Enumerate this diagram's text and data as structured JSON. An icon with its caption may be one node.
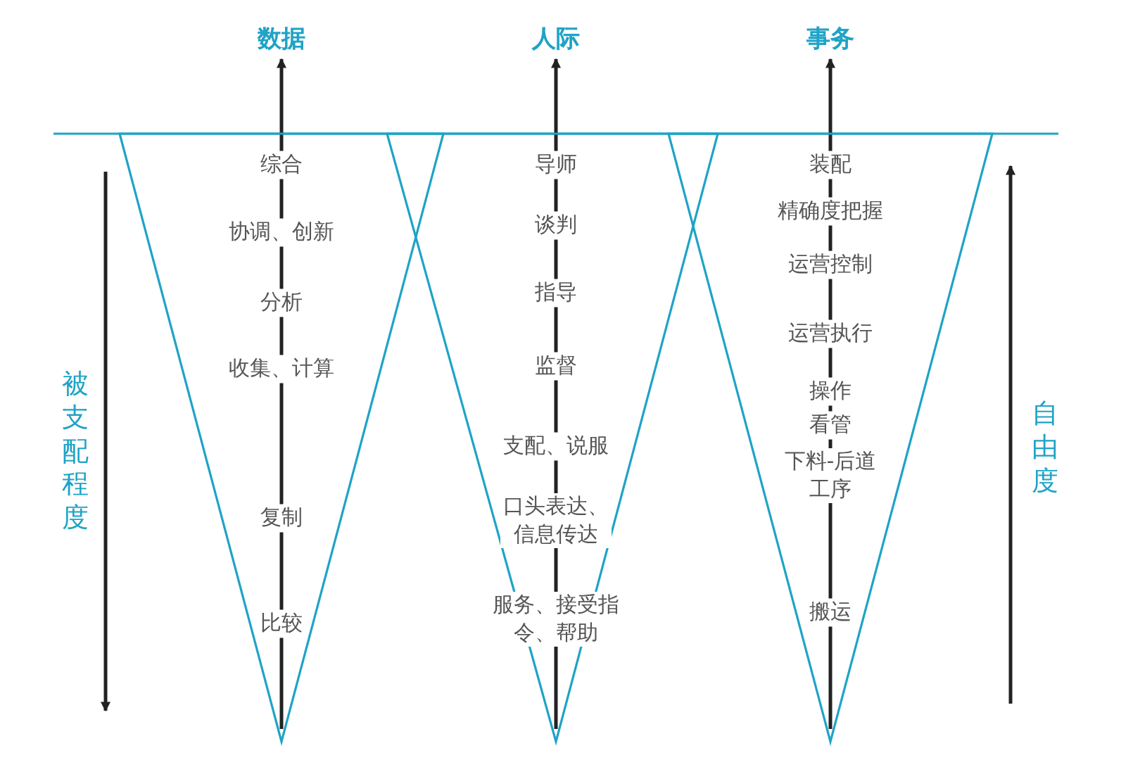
{
  "diagram": {
    "nodes": [
      {
        "text": [
          "数据",
          "综合",
          "协调、创新",
          "分析",
          "收集、计算",
          "复制",
          "比较"
        ]
      },
      {
        "text": [
          "人际",
          "导师",
          "谈判",
          "指导",
          "监督",
          "支配、说服",
          "口头表达、信息传达",
          "服务、接受指令、帮助"
        ]
      },
      {
        "text": [
          "事务",
          "装配",
          "精确度把握",
          "运营控制",
          "运营执行",
          "操作",
          "看管",
          "下料-后道工序",
          "搬运"
        ]
      }
    ],
    "labels": [
      "被支配程度",
      "自由度"
    ]
  }
}
